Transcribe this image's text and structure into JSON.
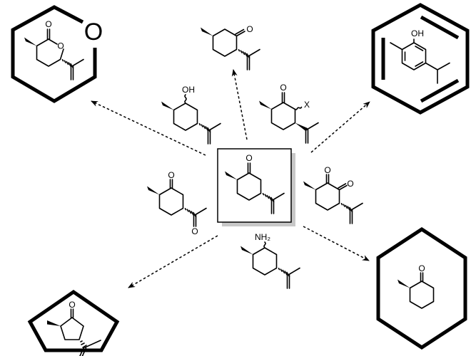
{
  "colors": {
    "ink": "#000000",
    "shadow": "#c8c8c8",
    "background": "#ffffff"
  },
  "center": {
    "carbonyl_o": "O"
  },
  "top_left": {
    "frame_o": "O",
    "carbonyl_o": "O",
    "ring_o": "O"
  },
  "top": {
    "carbonyl_o": "O"
  },
  "upper_left_mid": {
    "hydroxyl": "OH"
  },
  "upper_right_mid": {
    "carbonyl_o": "O",
    "substituent": "X"
  },
  "top_right": {
    "hydroxyl": "OH"
  },
  "left_mid": {
    "carbonyl_o": "O",
    "acetyl_o": "O"
  },
  "right_mid": {
    "carbonyl_o_1": "O",
    "carbonyl_o_2": "O"
  },
  "bottom_mid": {
    "amine": "NH₂"
  },
  "bottom_right": {
    "carbonyl_o": "O"
  },
  "bottom_left": {
    "carbonyl_o": "O"
  }
}
